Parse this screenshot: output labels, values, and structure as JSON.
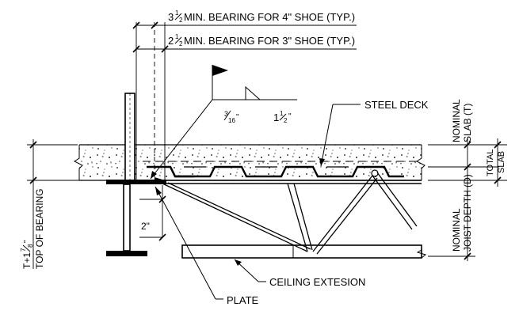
{
  "labels": {
    "bearing4": "MIN. BEARING FOR 4\" SHOE (TYP.)",
    "bearing4_whole": "3",
    "bearing3": "MIN. BEARING FOR 3\" SHOE (TYP.)",
    "bearing3_whole": "2",
    "half_num": "1",
    "half_den": "2",
    "weld_size_num": "3",
    "weld_size_den": "16",
    "weld_size_unit": "\"",
    "weld_len_whole": "1",
    "weld_len_num": "1",
    "weld_len_den": "2",
    "weld_len_unit": "\"",
    "steel_deck": "STEEL DECK",
    "nominal_slab_1": "NOMINAL",
    "nominal_slab_2": "SLAB (T)",
    "total_slab_1": "TOTAL",
    "total_slab_2": "SLAB",
    "nominal_joist_1": "NOMINAL",
    "nominal_joist_2": "JOIST DEPTH (D)",
    "tob_1": "T+1",
    "tob_num": "7",
    "tob_den": "8",
    "tob_unit": "\"",
    "tob_2": "TOP OF BEARING",
    "two_inch": "2\"",
    "ceiling": "CEILING EXTESION",
    "plate": "PLATE"
  }
}
